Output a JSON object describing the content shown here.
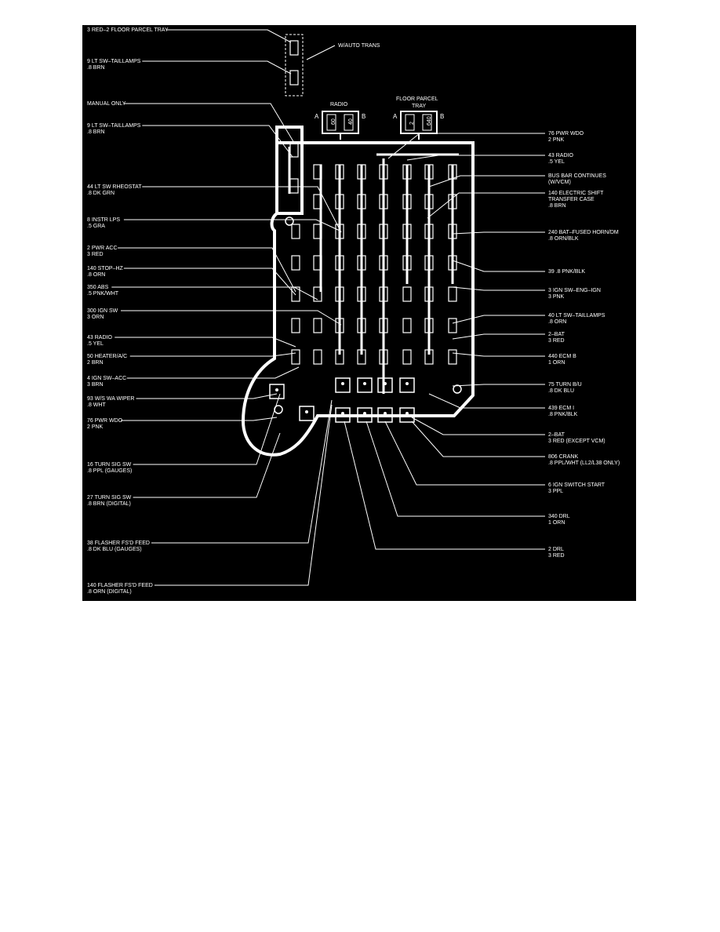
{
  "left_labels": [
    {
      "l1": "3 RED–2 FLOOR PARCEL TRAY",
      "l2": ""
    },
    {
      "l1": "9 LT SW–TAILLAMPS",
      "l2": ".8 BRN"
    },
    {
      "l1": "MANUAL ONLY",
      "l2": ""
    },
    {
      "l1": "9 LT SW–TAILLAMPS",
      "l2": ".8 BRN"
    },
    {
      "l1": "44 LT SW RHEOSTAT",
      "l2": ".8 DK GRN"
    },
    {
      "l1": "8 INSTR LPS",
      "l2": ".5 GRA"
    },
    {
      "l1": "2 PWR ACC",
      "l2": "3 RED"
    },
    {
      "l1": "140 STOP–HZ",
      "l2": ".8 ORN"
    },
    {
      "l1": "350 ABS",
      "l2": ".5 PNK/WHT"
    },
    {
      "l1": "300 IGN SW",
      "l2": "3 ORN"
    },
    {
      "l1": "43 RADIO",
      "l2": ".5 YEL"
    },
    {
      "l1": "50 HEATER/A/C",
      "l2": "2 BRN"
    },
    {
      "l1": "4 IGN SW–ACC",
      "l2": "3 BRN"
    },
    {
      "l1": "93 W/S WA WIPER",
      "l2": ".8 WHT"
    },
    {
      "l1": "76 PWR WDO",
      "l2": "2 PNK"
    },
    {
      "l1": "16 TURN SIG SW",
      "l2": ".8 PPL (GAUGES)"
    },
    {
      "l1": "27 TURN SIG SW",
      "l2": ".8 BRN (DIGITAL)"
    },
    {
      "l1": "38 FLASHER FS'D FEED",
      "l2": ".8 DK BLU (GAUGES)"
    },
    {
      "l1": "140 FLASHER FS'D FEED",
      "l2": ".8 ORN (DIGITAL)"
    }
  ],
  "right_labels": [
    {
      "l1": "76 PWR WDO",
      "l2": "2 PNK",
      "l3": ""
    },
    {
      "l1": "43 RADIO",
      "l2": ".5 YEL",
      "l3": ""
    },
    {
      "l1": "BUS BAR CONTINUES",
      "l2": "(W/VCM)",
      "l3": ""
    },
    {
      "l1": "140 ELECTRIC SHIFT",
      "l2": "TRANSFER CASE",
      "l3": ".8 BRN"
    },
    {
      "l1": "240 BAT–FUSED HORN/DM",
      "l2": ".8 ORN/BLK",
      "l3": ""
    },
    {
      "l1": "39 .8 PNK/BLK",
      "l2": "",
      "l3": ""
    },
    {
      "l1": "3 IGN SW–ENG–IGN",
      "l2": "3 PNK",
      "l3": ""
    },
    {
      "l1": "40 LT SW–TAILLAMPS",
      "l2": ".8 ORN",
      "l3": ""
    },
    {
      "l1": "2–BAT",
      "l2": "3 RED",
      "l3": ""
    },
    {
      "l1": "440 ECM B",
      "l2": "1 ORN",
      "l3": ""
    },
    {
      "l1": "75 TURN B/U",
      "l2": ".8 DK BLU",
      "l3": ""
    },
    {
      "l1": "439 ECM I",
      "l2": ".8 PNK/BLK",
      "l3": ""
    },
    {
      "l1": "2–BAT",
      "l2": "3 RED (EXCEPT VCM)",
      "l3": ""
    },
    {
      "l1": "806 CRANK",
      "l2": ".8 PPL/WHT (LL2/L38 ONLY)",
      "l3": ""
    },
    {
      "l1": "6 IGN SWITCH START",
      "l2": "3 PPL",
      "l3": ""
    },
    {
      "l1": "340 DRL",
      "l2": "1 ORN",
      "l3": ""
    },
    {
      "l1": "2 DRL",
      "l2": "3 RED",
      "l3": ""
    }
  ],
  "top": {
    "auto_trans": "W/AUTO TRANS",
    "radio": "RADIO",
    "radio_a": "A",
    "radio_b": "B",
    "radio_fuse_1": "60",
    "radio_fuse_2": "40",
    "tray_line1": "FLOOR PARCEL",
    "tray_line2": "TRAY",
    "tray_a": "A",
    "tray_b": "B",
    "tray_fuse_1": "2",
    "tray_fuse_2": "640"
  }
}
